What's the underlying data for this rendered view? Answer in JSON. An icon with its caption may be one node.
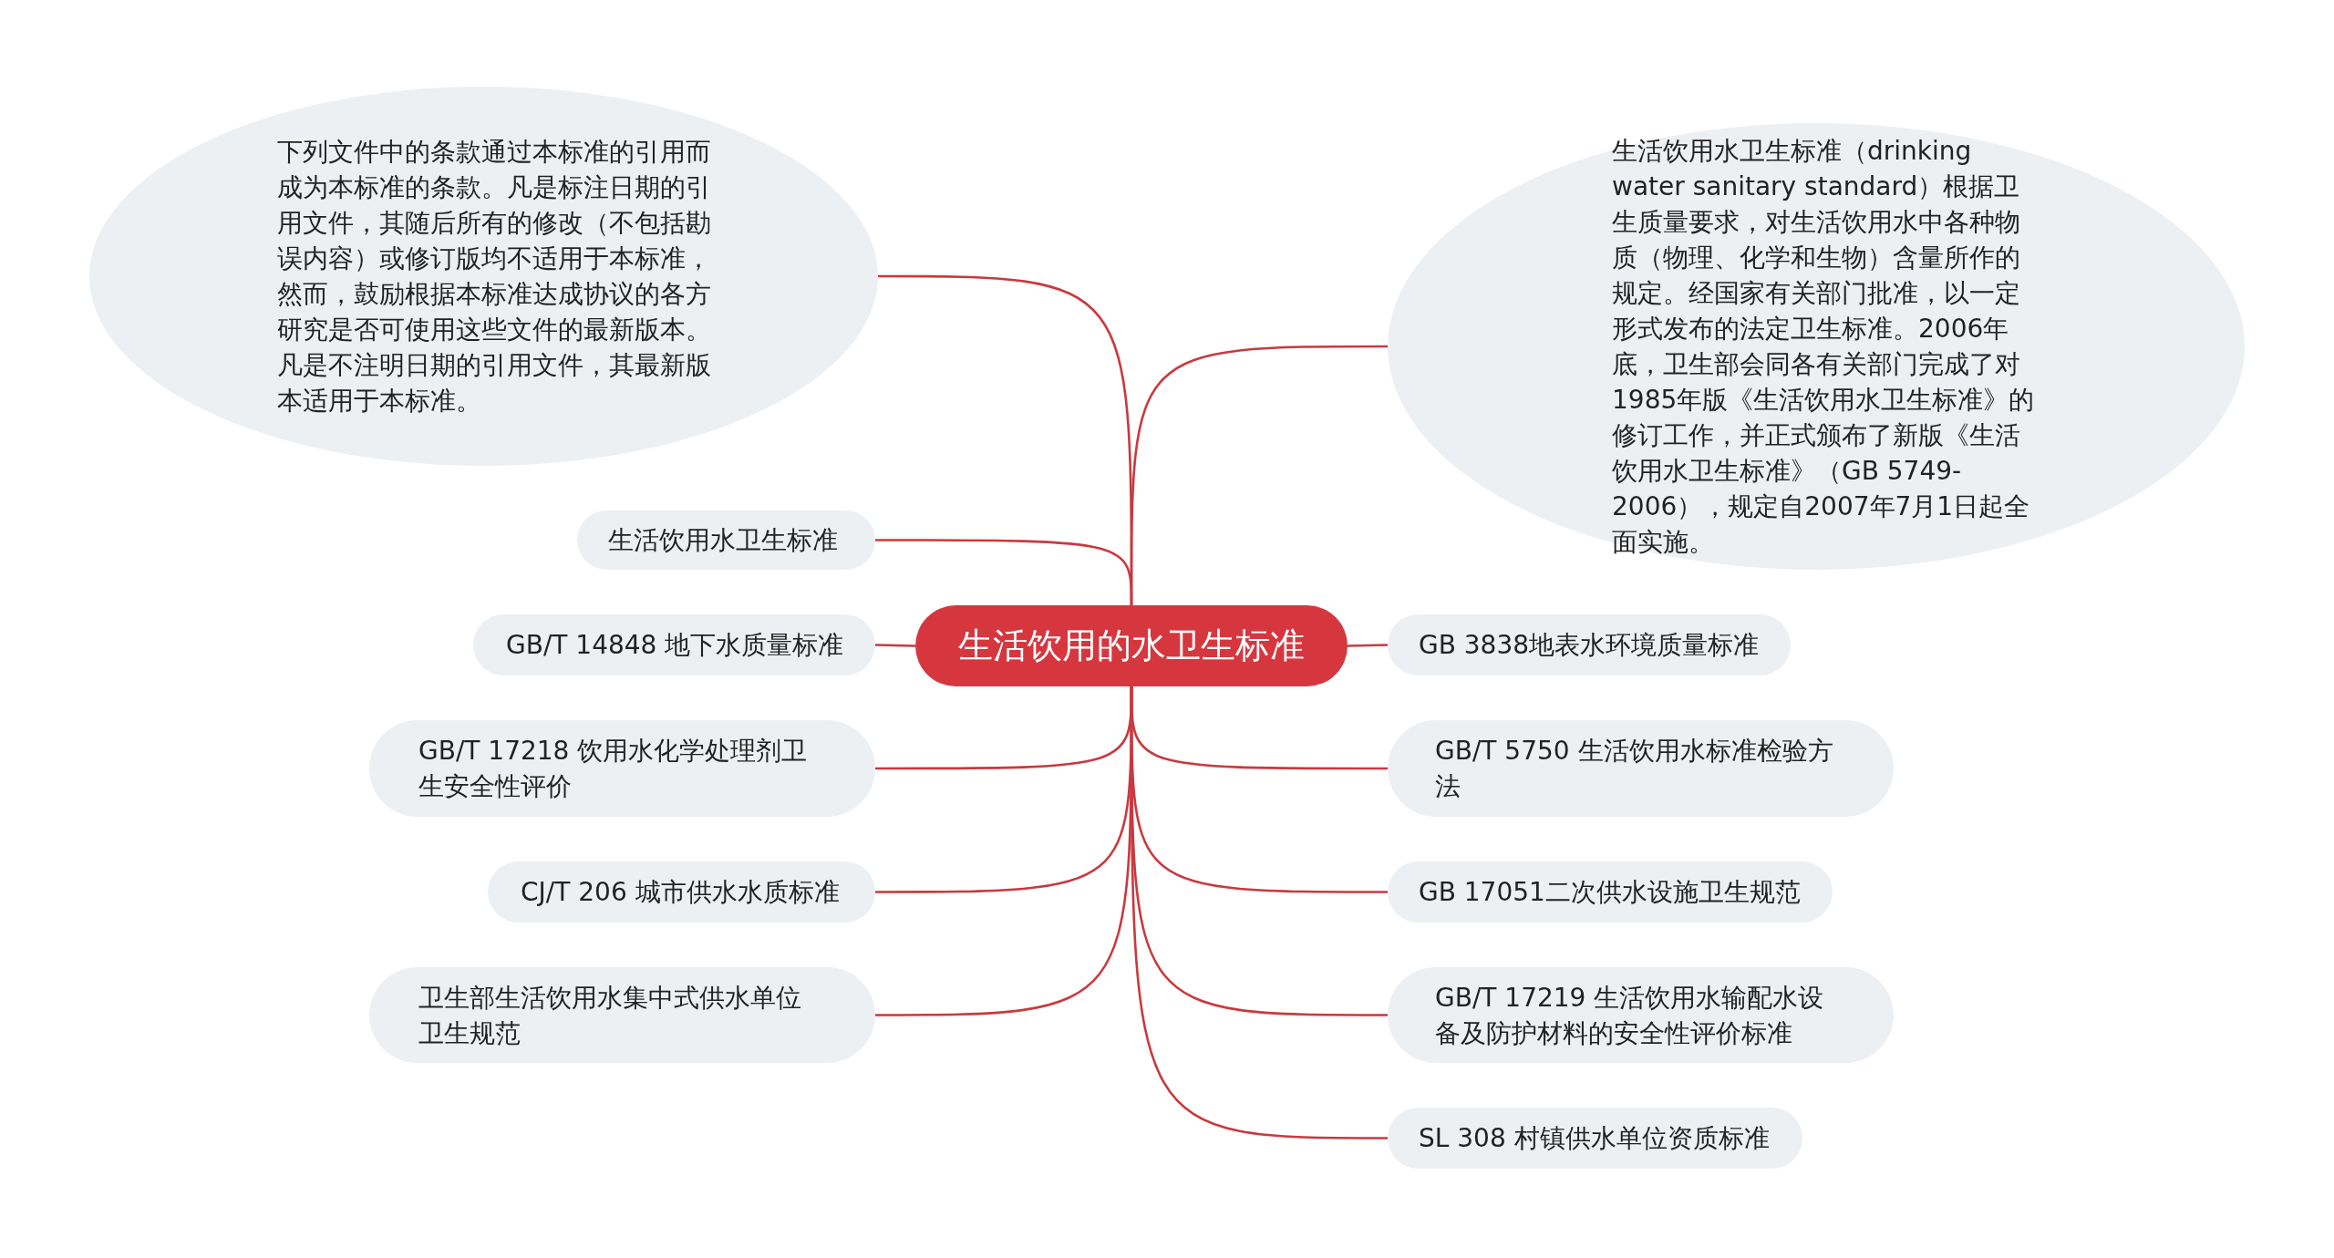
{
  "diagram": {
    "nodes": [
      {
        "text": [
          "生活饮用的水卫生标准"
        ]
      },
      {
        "text": [
          "下列文件中的条款通过本标准的引用而成为本标准的条款。凡是标注日期的引用文件，其随后所有的修改（不包括勘误内容）或修订版均不适用于本标准，然而，鼓励根据本标准达成协议的各方研究是否可使用这些文件的最新版本。凡是不注明日期的引用文件，其最新版本适用于本标准。"
        ]
      },
      {
        "text": [
          "生活饮用水卫生标准"
        ]
      },
      {
        "text": [
          "GB/T 14848 地下水质量标准"
        ]
      },
      {
        "text": [
          "GB/T 17218 饮用水化学处理剂卫生安全性评价"
        ]
      },
      {
        "text": [
          "CJ/T 206 城市供水水质标准"
        ]
      },
      {
        "text": [
          "卫生部生活饮用水集中式供水单位卫生规范"
        ]
      },
      {
        "text": [
          "生活饮用水卫生标准（drinking water sanitary standard）根据卫生质量要求，对生活饮用水中各种物质（物理、化学和生物）含量所作的规定。经国家有关部门批准，以一定形式发布的法定卫生标准。2006年底，卫生部会同各有关部门完成了对1985年版《生活饮用水卫生标准》的修订工作，并正式颁布了新版《生活饮用水卫生标准》（GB 5749-2006），规定自2007年7月1日起全面实施。"
        ]
      },
      {
        "text": [
          "GB 3838地表水环境质量标准"
        ]
      },
      {
        "text": [
          "GB/T 5750 生活饮用水标准检验方法"
        ]
      },
      {
        "text": [
          "GB 17051二次供水设施卫生规范"
        ]
      },
      {
        "text": [
          "GB/T 17219 生活饮用水输配水设备及防护材料的安全性评价标准"
        ]
      },
      {
        "text": [
          "SL 308 村镇供水单位资质标准"
        ]
      }
    ],
    "edges": [
      {
        "from": 0,
        "to": 1,
        "arrow": "none"
      },
      {
        "from": 0,
        "to": 2,
        "arrow": "none"
      },
      {
        "from": 0,
        "to": 3,
        "arrow": "none"
      },
      {
        "from": 0,
        "to": 4,
        "arrow": "none"
      },
      {
        "from": 0,
        "to": 5,
        "arrow": "none"
      },
      {
        "from": 0,
        "to": 6,
        "arrow": "none"
      },
      {
        "from": 0,
        "to": 7,
        "arrow": "none"
      },
      {
        "from": 0,
        "to": 8,
        "arrow": "none"
      },
      {
        "from": 0,
        "to": 9,
        "arrow": "none"
      },
      {
        "from": 0,
        "to": 10,
        "arrow": "none"
      },
      {
        "from": 0,
        "to": 11,
        "arrow": "none"
      },
      {
        "from": 0,
        "to": 12,
        "arrow": "none"
      }
    ]
  }
}
